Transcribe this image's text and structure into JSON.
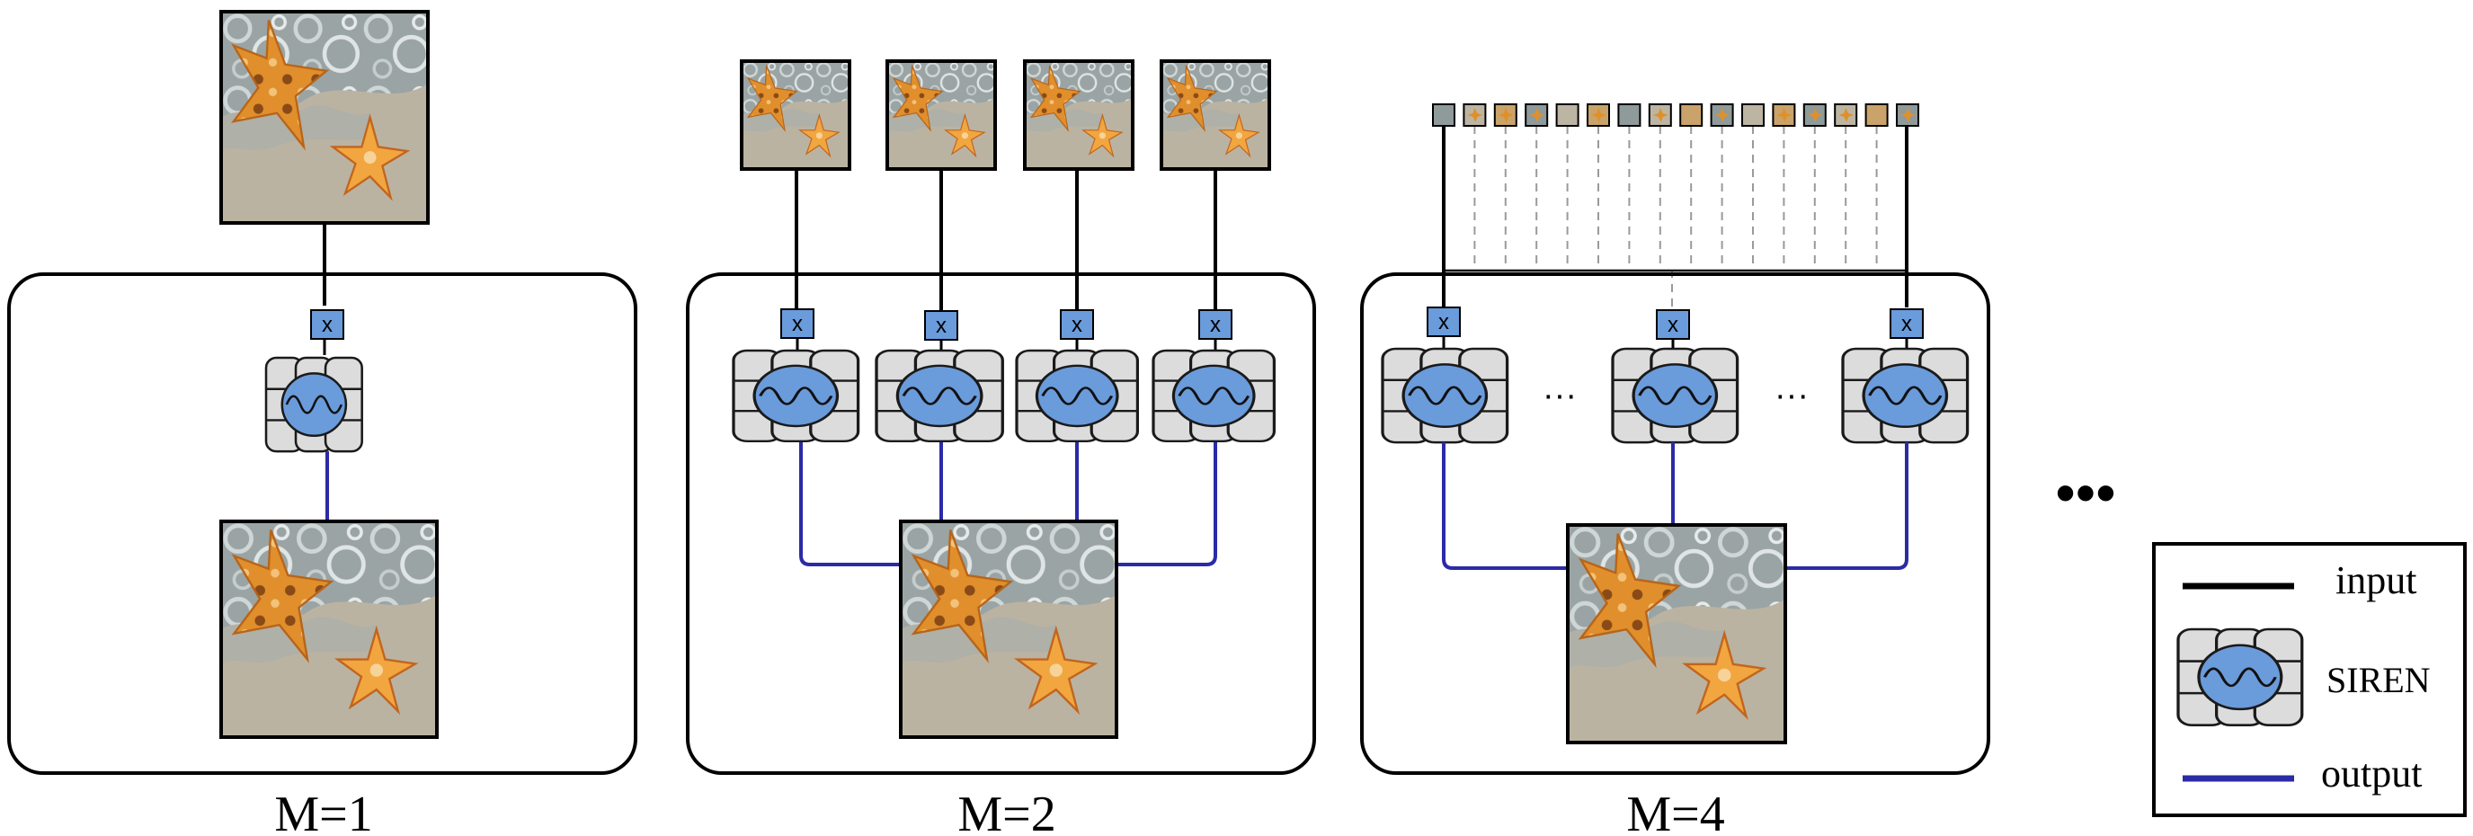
{
  "panels": [
    {
      "id": "m1",
      "caption": "M=1",
      "patch_count": 1
    },
    {
      "id": "m2",
      "caption": "M=2",
      "patch_count": 4
    },
    {
      "id": "m4",
      "caption": "M=4",
      "patch_count": 16
    }
  ],
  "input_node_symbol": "x",
  "ellipsis": "···",
  "continuation": "•••",
  "legend": {
    "input_label": "input",
    "siren_label": "SIREN",
    "output_label": "output"
  },
  "colors": {
    "input_line": "#000000",
    "output_line": "#2b2ba6",
    "node_fill": "#6a9bdb",
    "block_fill": "#dcdcdc",
    "dashed": "#9a9a9a",
    "sand": "#bdb5a4",
    "foam": "#8f9a9a",
    "starfish": "#e0902a"
  }
}
